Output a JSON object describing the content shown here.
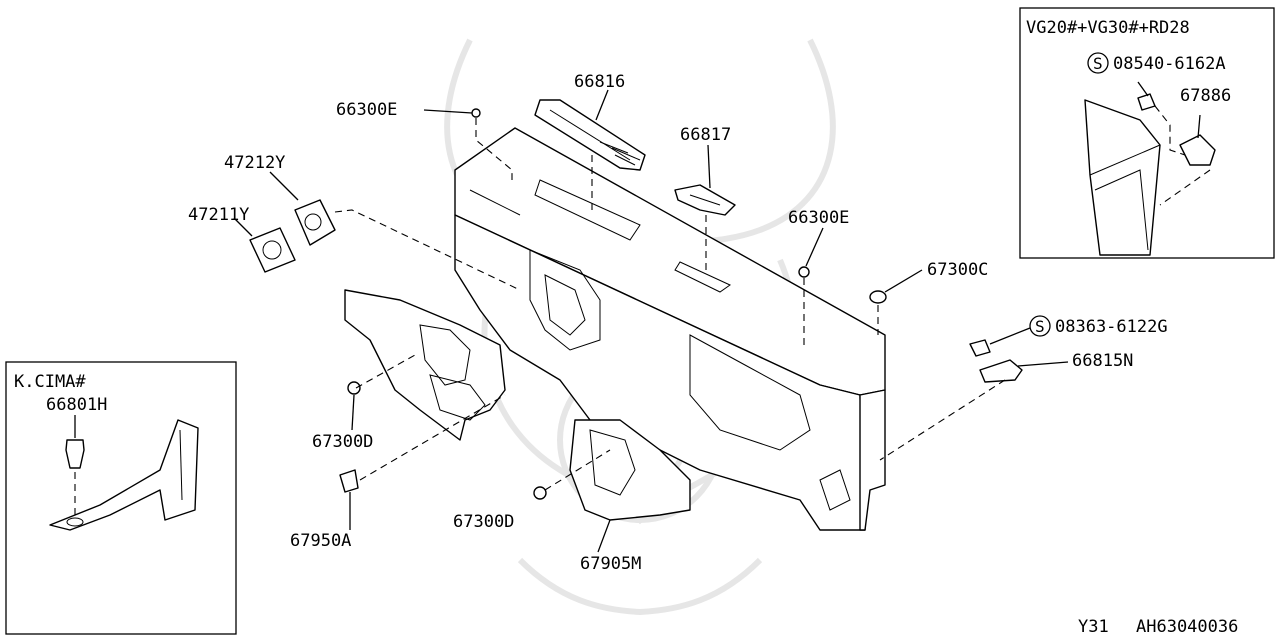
{
  "figure_id": "AH63040036",
  "model_code": "Y31",
  "inset_engine": {
    "title": "VG20#+VG30#+RD28",
    "labels": {
      "screw": "08540-6162A",
      "bracket": "67886"
    }
  },
  "inset_variant": {
    "title": "K.CIMA#",
    "labels": {
      "clip": "66801H"
    }
  },
  "parts": {
    "p66816": "66816",
    "p66817": "66817",
    "p66300e_a": "66300E",
    "p66300e_b": "66300E",
    "p47212y": "47212Y",
    "p47211y": "47211Y",
    "p67300c": "67300C",
    "p08363": "08363-6122G",
    "p66815n": "66815N",
    "p67300d_a": "67300D",
    "p67300d_b": "67300D",
    "p67950a": "67950A",
    "p67905m": "67905M"
  },
  "symbols": {
    "screw_mark": "S"
  }
}
